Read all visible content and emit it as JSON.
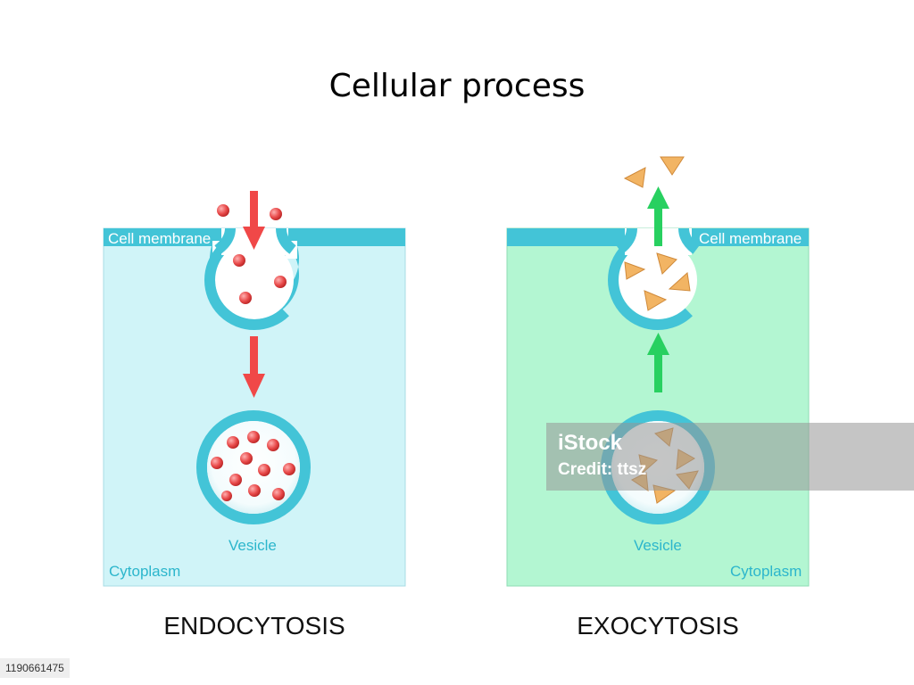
{
  "title": "Cellular process",
  "endocytosis": {
    "caption": "ENDOCYTOSIS",
    "membrane_label": "Cell membrane",
    "vesicle_label": "Vesicle",
    "cytoplasm_label": "Cytoplasm",
    "cytoplasm_color": "#d0f4f8",
    "membrane_color": "#43c4d7",
    "arrow_color": "#f04848",
    "particle_color": "#e64545"
  },
  "exocytosis": {
    "caption": "EXOCYTOSIS",
    "membrane_label": "Cell membrane",
    "vesicle_label": "Vesicle",
    "cytoplasm_label": "Cytoplasm",
    "cytoplasm_color": "#b3f6d2",
    "membrane_color": "#43c4d7",
    "arrow_color": "#28d060",
    "particle_color": "#f2b463"
  },
  "watermark": {
    "brand": "iStock",
    "credit": "Credit: ttsz",
    "image_id": "1190661475"
  }
}
